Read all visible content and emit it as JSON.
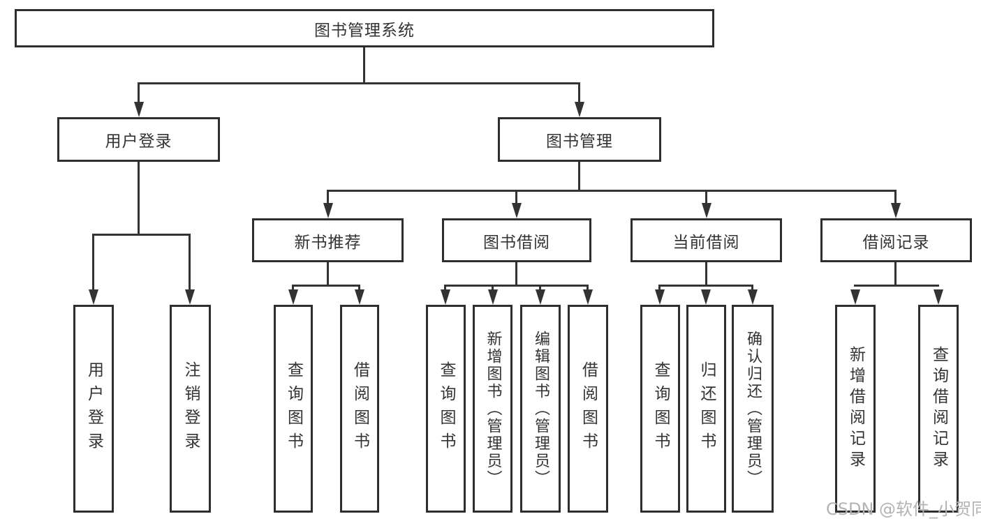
{
  "nodes": {
    "root": {
      "label": "图书管理系统",
      "children": [
        {
          "label": "用户登录",
          "children": [
            {
              "label": "用户登录"
            },
            {
              "label": "注销登录"
            }
          ]
        },
        {
          "label": "图书管理",
          "children": [
            {
              "label": "新书推荐",
              "children": [
                {
                  "label": "查询图书"
                },
                {
                  "label": "借阅图书"
                }
              ]
            },
            {
              "label": "图书借阅",
              "children": [
                {
                  "label": "查询图书"
                },
                {
                  "label": "新增图书（管理员）"
                },
                {
                  "label": "编辑图书（管理员）"
                },
                {
                  "label": "借阅图书"
                }
              ]
            },
            {
              "label": "当前借阅",
              "children": [
                {
                  "label": "查询图书"
                },
                {
                  "label": "归还图书"
                },
                {
                  "label": "确认归还（管理员）"
                }
              ]
            },
            {
              "label": "借阅记录",
              "children": [
                {
                  "label": "新增借阅记录"
                },
                {
                  "label": "查询借阅记录"
                }
              ]
            }
          ]
        }
      ]
    }
  },
  "watermark": {
    "text": "CSDN @软件_小贺同学"
  },
  "colors": {
    "line": "#333333",
    "box_border": "#2e2e2e",
    "text": "#333333",
    "watermark": "#b3b3b3",
    "background": "#ffffff"
  }
}
